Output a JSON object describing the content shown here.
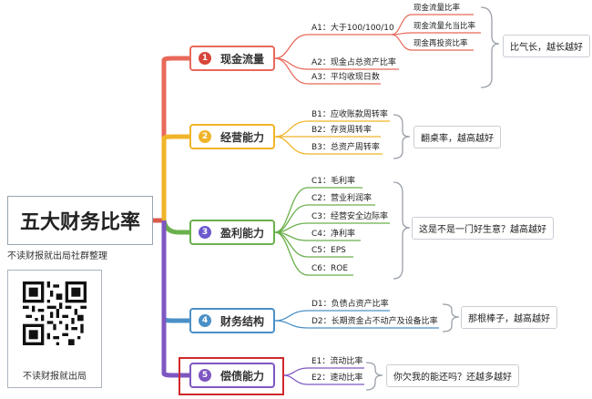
{
  "root": {
    "title": "五大财务比率",
    "subtitle": "不读财报就出局社群整理",
    "qr_caption": "不读财报就出局"
  },
  "branches": [
    {
      "num": "1",
      "label": "现金流量",
      "color": "#e8695a",
      "items": [
        "A1：大于100/100/10",
        "A2：现金占总资产比率",
        "A3：平均收现日数"
      ],
      "subitems": [
        "现金流量比率",
        "现金流量允当比率",
        "现金再投资比率"
      ],
      "note": "比气长，越长越好"
    },
    {
      "num": "2",
      "label": "经营能力",
      "color": "#f0b429",
      "items": [
        "B1：应收账款周转率",
        "B2：存货周转率",
        "B3：总资产周转率"
      ],
      "note": "翻桌率，越高越好"
    },
    {
      "num": "3",
      "label": "盈利能力",
      "color": "#6ab04c",
      "items": [
        "C1：毛利率",
        "C2：营业利润率",
        "C3：经营安全边际率",
        "C4：净利率",
        "C5：EPS",
        "C6：ROE"
      ],
      "note": "这是不是一门好生意？越高越好"
    },
    {
      "num": "4",
      "label": "财务结构",
      "color": "#4a90c8",
      "items": [
        "D1：负债占资产比率",
        "D2：长期资金占不动产及设备比率"
      ],
      "note": "那根棒子，越高越好"
    },
    {
      "num": "5",
      "label": "偿债能力",
      "color": "#7e57c2",
      "items": [
        "E1：流动比率",
        "E2：速动比率"
      ],
      "note": "你欠我的能还吗？还越多越好"
    }
  ],
  "highlight_color": "#d0282c"
}
